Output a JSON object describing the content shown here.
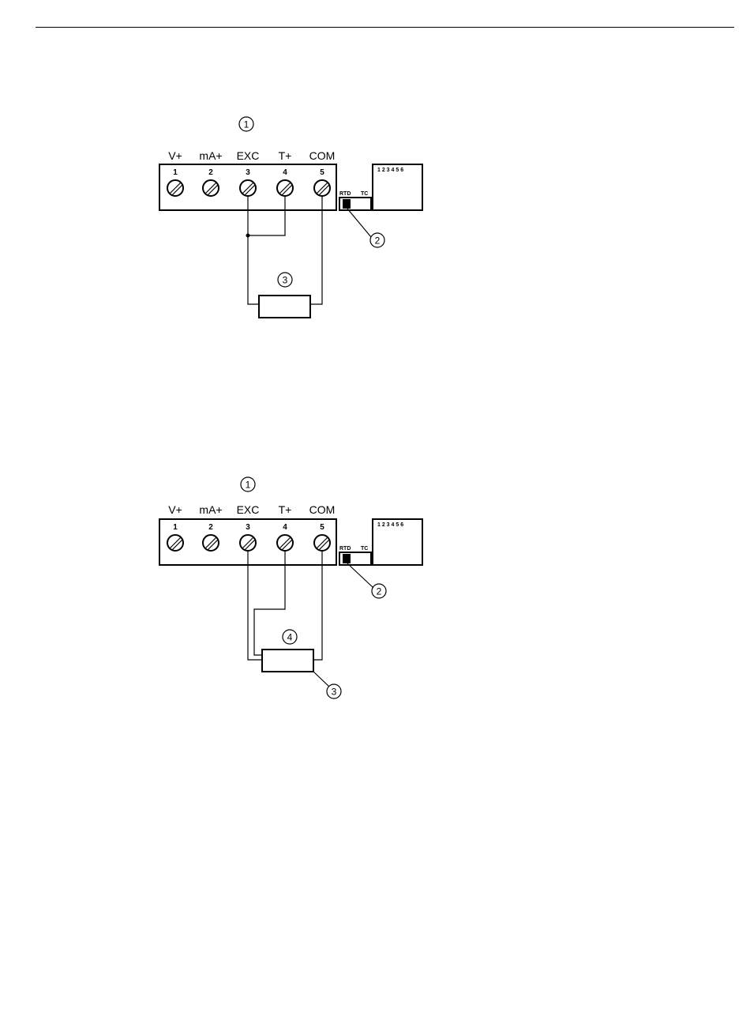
{
  "terminal_labels": [
    "V+",
    "mA+",
    "EXC",
    "T+",
    "COM"
  ],
  "terminal_numbers": [
    "1",
    "2",
    "3",
    "4",
    "5"
  ],
  "switch_labels": {
    "rtd": "RTD",
    "tc": "TC"
  },
  "dip_numbers": "1 2 3 4 5 6",
  "diagram_3wire": {
    "callouts": {
      "terminal_block": "1",
      "switch": "2",
      "sensor": "3"
    }
  },
  "diagram_4wire": {
    "callouts": {
      "terminal_block": "1",
      "switch": "2",
      "sensor": "3",
      "sensor_inner": "4"
    }
  }
}
